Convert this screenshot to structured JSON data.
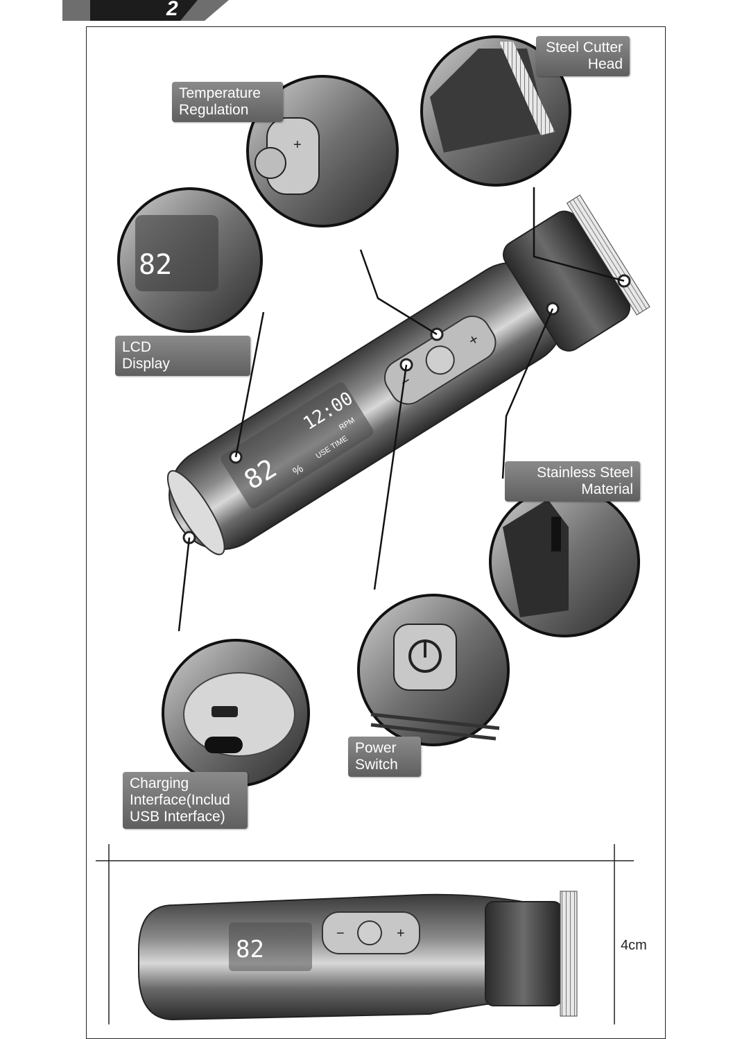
{
  "header": {
    "step_number": "2"
  },
  "callouts": {
    "steel_cutter_head": "Steel Cutter\nHead",
    "temperature_regulation": "Temperature\nRegulation",
    "lcd_display": "LCD\nDisplay",
    "stainless_steel_material": "Stainless Steel\nMaterial",
    "charging_interface": "Charging\nInterface(Includ\nUSB Interface)",
    "power_switch": "Power\nSwitch"
  },
  "device_screen": {
    "time_readout": "12:00",
    "battery_percent": "82",
    "percent_sign": "%",
    "rpm_badge": "RPM",
    "remaining_text": "USE TIME"
  },
  "buttons": {
    "minus": "−",
    "plus": "+"
  },
  "dimension": {
    "height_label": "4cm"
  }
}
